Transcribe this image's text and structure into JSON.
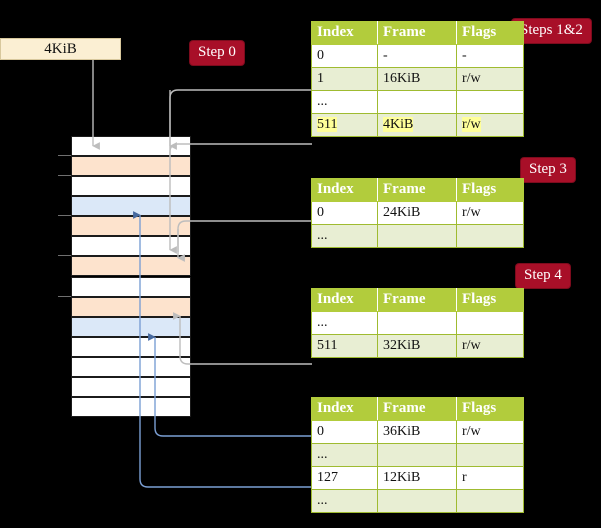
{
  "diagram": {
    "title_badges": [
      {
        "name": "step-0",
        "label": "Step 0"
      },
      {
        "name": "steps-1-2",
        "label": "Steps 1&2"
      },
      {
        "name": "step-3",
        "label": "Step 3"
      },
      {
        "name": "step-4",
        "label": "Step 4"
      }
    ],
    "virtual_page": {
      "label": "4KiB"
    },
    "colors": {
      "background": "#000000",
      "badge": "#a80f28",
      "table_header": "#b2cc3c",
      "table_alt_row": "#e8eed3",
      "table_border": "#9fbb30",
      "highlight": "#ffff99",
      "cream_box": "#fbefd3",
      "mem_orange": "#fde3cd",
      "mem_blue": "#dbe8f8",
      "wire_gray": "#b9b9b9",
      "wire_blue": "#7b9fd4"
    },
    "memory_rows": [
      {
        "index": 0,
        "fill": "white"
      },
      {
        "index": 1,
        "fill": "orange"
      },
      {
        "index": 2,
        "fill": "white"
      },
      {
        "index": 3,
        "fill": "blue"
      },
      {
        "index": 4,
        "fill": "orange"
      },
      {
        "index": 5,
        "fill": "white"
      },
      {
        "index": 6,
        "fill": "orange"
      },
      {
        "index": 7,
        "fill": "white"
      },
      {
        "index": 8,
        "fill": "orange"
      },
      {
        "index": 9,
        "fill": "blue"
      },
      {
        "index": 10,
        "fill": "white"
      },
      {
        "index": 11,
        "fill": "white"
      },
      {
        "index": 12,
        "fill": "white"
      },
      {
        "index": 13,
        "fill": "white"
      }
    ],
    "tables": [
      {
        "name": "page-table-level-1",
        "columns": [
          "Index",
          "Frame",
          "Flags"
        ],
        "rows": [
          {
            "style": "plain",
            "highlight": false,
            "cells": [
              "0",
              "-",
              "-"
            ]
          },
          {
            "style": "alt",
            "highlight": false,
            "cells": [
              "1",
              "16KiB",
              "r/w"
            ]
          },
          {
            "style": "plain",
            "highlight": false,
            "cells": [
              "...",
              "",
              ""
            ]
          },
          {
            "style": "alt",
            "highlight": true,
            "cells": [
              "511",
              "4KiB",
              "r/w"
            ]
          }
        ]
      },
      {
        "name": "page-table-level-2",
        "columns": [
          "Index",
          "Frame",
          "Flags"
        ],
        "rows": [
          {
            "style": "plain",
            "highlight": false,
            "cells": [
              "0",
              "24KiB",
              "r/w"
            ]
          },
          {
            "style": "alt",
            "highlight": false,
            "cells": [
              "...",
              "",
              ""
            ]
          }
        ]
      },
      {
        "name": "page-table-level-3",
        "columns": [
          "Index",
          "Frame",
          "Flags"
        ],
        "rows": [
          {
            "style": "plain",
            "highlight": false,
            "cells": [
              "...",
              "",
              ""
            ]
          },
          {
            "style": "alt",
            "highlight": false,
            "cells": [
              "511",
              "32KiB",
              "r/w"
            ]
          }
        ]
      },
      {
        "name": "page-table-level-4",
        "columns": [
          "Index",
          "Frame",
          "Flags"
        ],
        "rows": [
          {
            "style": "plain",
            "highlight": false,
            "cells": [
              "0",
              "36KiB",
              "r/w"
            ]
          },
          {
            "style": "alt",
            "highlight": false,
            "cells": [
              "...",
              "",
              ""
            ]
          },
          {
            "style": "plain",
            "highlight": false,
            "cells": [
              "127",
              "12KiB",
              "r"
            ]
          },
          {
            "style": "alt",
            "highlight": false,
            "cells": [
              "...",
              "",
              ""
            ]
          }
        ]
      }
    ]
  }
}
